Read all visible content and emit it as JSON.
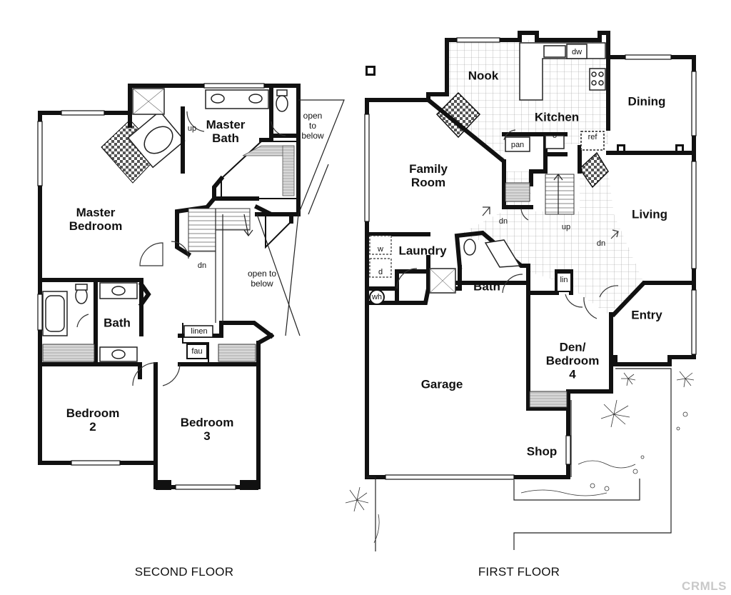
{
  "floors": {
    "second": {
      "title": "SECOND FLOOR",
      "rooms": {
        "master_bath": "Master\nBath",
        "master_bedroom": "Master\nBedroom",
        "bath": "Bath",
        "bedroom2": "Bedroom\n2",
        "bedroom3": "Bedroom\n3"
      },
      "notes": {
        "open_top": "open\nto\nbelow",
        "open_mid": "open to\nbelow",
        "up": "up",
        "dn": "dn",
        "linen": "linen",
        "fau": "fau"
      }
    },
    "first": {
      "title": "FIRST FLOOR",
      "rooms": {
        "nook": "Nook",
        "kitchen": "Kitchen",
        "dining": "Dining",
        "family_room": "Family\nRoom",
        "living": "Living",
        "laundry": "Laundry",
        "bath": "Bath",
        "entry": "Entry",
        "den": "Den/\nBedroom\n4",
        "garage": "Garage",
        "shop": "Shop"
      },
      "notes": {
        "dw": "dw",
        "pan": "pan",
        "o": "o",
        "ref": "ref",
        "dn_left": "dn",
        "up": "up",
        "dn_right": "dn",
        "w": "w",
        "d": "d",
        "wh": "wh",
        "lin": "lin"
      }
    }
  },
  "watermark": "CRMLS"
}
